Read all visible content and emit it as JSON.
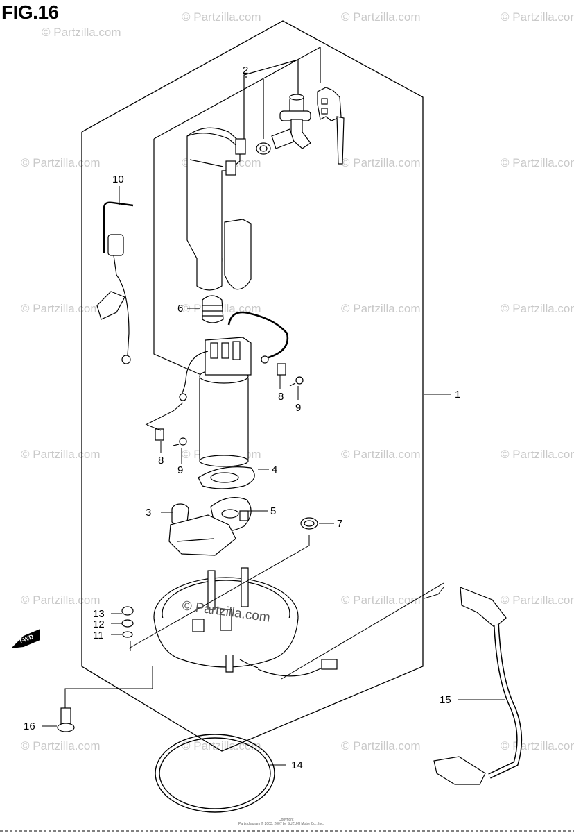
{
  "figure": {
    "title": "FIG.16"
  },
  "callouts": {
    "c1": "1",
    "c2": "2",
    "c3": "3",
    "c4": "4",
    "c5": "5",
    "c6": "6",
    "c7": "7",
    "c8a": "8",
    "c8b": "8",
    "c9a": "9",
    "c9b": "9",
    "c10": "10",
    "c11": "11",
    "c12": "12",
    "c13": "13",
    "c14": "14",
    "c15": "15",
    "c16": "16"
  },
  "direction_marker": {
    "label": "FWD",
    "icon": "fwd-arrow-icon"
  },
  "watermark": {
    "text": "© Partzilla.com",
    "center_text": "© Partzilla.com"
  },
  "copyright": {
    "line1": "Copyright",
    "line2": "Parts diagram © 2003, 2007 by SUZUKI Motor Co., Inc."
  },
  "colors": {
    "line": "#000000",
    "watermark": "#c9c9c9"
  }
}
